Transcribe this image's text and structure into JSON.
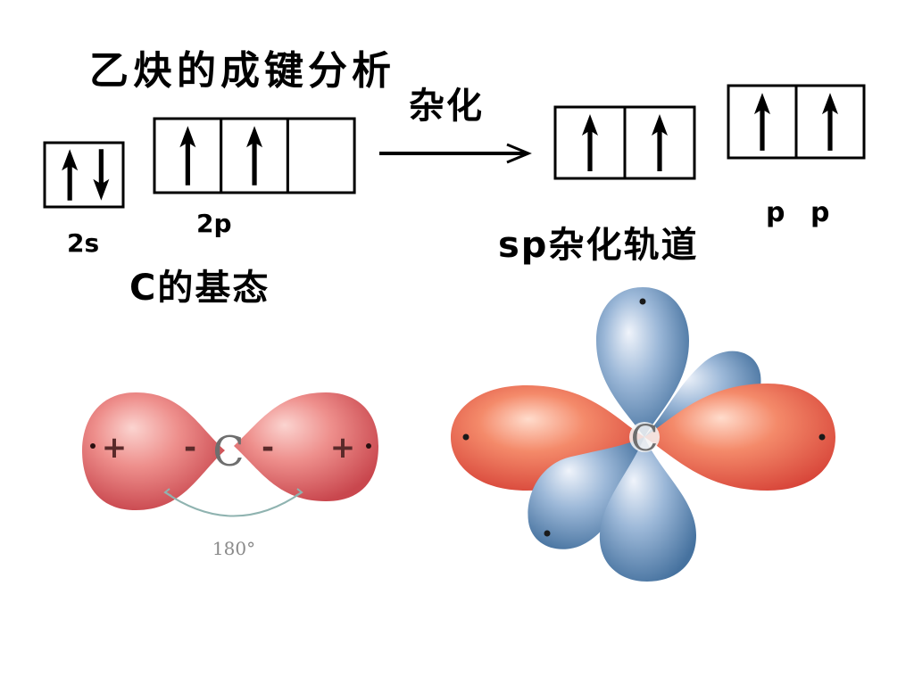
{
  "title": "乙炔的成键分析",
  "arrow_label": "杂化",
  "ground_state": {
    "label": "C的基态",
    "orbital_2s": {
      "label": "2s",
      "cells": [
        [
          "arrow-up-icon",
          "arrow-down-icon"
        ]
      ]
    },
    "orbital_2p": {
      "label": "2p",
      "cells": [
        [
          "arrow-up-icon"
        ],
        [
          "arrow-up-icon"
        ],
        []
      ]
    }
  },
  "hybrid": {
    "label": "sp杂化轨道",
    "sp_cells": [
      [
        "arrow-up-icon"
      ],
      [
        "arrow-up-icon"
      ]
    ],
    "p_cells": [
      [
        "arrow-up-icon"
      ],
      [
        "arrow-up-icon"
      ]
    ],
    "p_labels": [
      "p",
      "p"
    ]
  },
  "figure_left": {
    "signs": [
      "+",
      "-",
      "-",
      "+"
    ],
    "center_atom": "C",
    "angle_label": "180°"
  },
  "figure_right": {
    "center_atom": "C"
  },
  "colors": {
    "lobe_pink": "#ee8f8c",
    "lobe_red": "#f48a6a",
    "lobe_blue": "#9cb8d8"
  }
}
